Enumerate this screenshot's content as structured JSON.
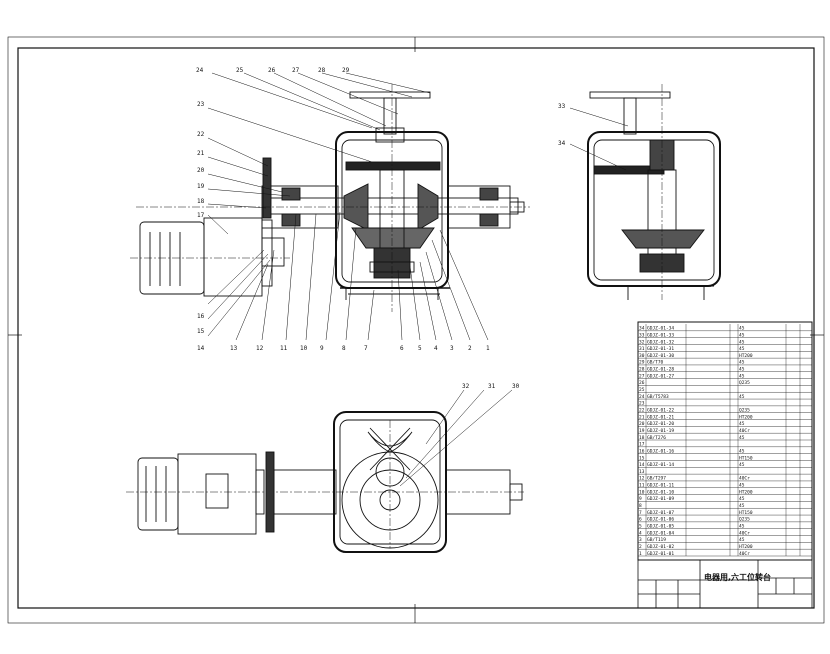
{
  "drawing": {
    "title": "电器用,六工位转台",
    "balloons_front": [
      "24",
      "25",
      "26",
      "27",
      "28",
      "29",
      "23",
      "22",
      "21",
      "20",
      "19",
      "18",
      "17",
      "16",
      "15",
      "14",
      "13",
      "12",
      "11",
      "10",
      "9",
      "8",
      "7",
      "6",
      "5",
      "4",
      "3",
      "2",
      "1"
    ],
    "balloons_side": [
      "33",
      "34"
    ],
    "balloons_plan": [
      "32",
      "31",
      "30"
    ],
    "bom_rows": [
      {
        "idx": "34",
        "code": "GDJZ-01-34",
        "mat": "45"
      },
      {
        "idx": "33",
        "code": "GDJZ-01-33",
        "mat": "45"
      },
      {
        "idx": "32",
        "code": "GDJZ-01-32",
        "mat": "45"
      },
      {
        "idx": "31",
        "code": "GDJZ-01-31",
        "mat": "45"
      },
      {
        "idx": "30",
        "code": "GDJZ-01-30",
        "mat": "HT200"
      },
      {
        "idx": "29",
        "code": "GB/T70",
        "mat": "45"
      },
      {
        "idx": "28",
        "code": "GDJZ-01-28",
        "mat": "45"
      },
      {
        "idx": "27",
        "code": "GDJZ-01-27",
        "mat": "45"
      },
      {
        "idx": "26",
        "code": "",
        "mat": "Q235"
      },
      {
        "idx": "25",
        "code": "",
        "mat": ""
      },
      {
        "idx": "24",
        "code": "GB/T5783",
        "mat": "45"
      },
      {
        "idx": "23",
        "code": "",
        "mat": ""
      },
      {
        "idx": "22",
        "code": "GDJZ-01-22",
        "mat": "Q235"
      },
      {
        "idx": "21",
        "code": "GDJZ-01-21",
        "mat": "HT200"
      },
      {
        "idx": "20",
        "code": "GDJZ-01-20",
        "mat": "45"
      },
      {
        "idx": "19",
        "code": "GDJZ-01-19",
        "mat": "40Cr"
      },
      {
        "idx": "18",
        "code": "GB/T276",
        "mat": "45"
      },
      {
        "idx": "17",
        "code": "",
        "mat": ""
      },
      {
        "idx": "16",
        "code": "GDJZ-01-16",
        "mat": "45"
      },
      {
        "idx": "15",
        "code": "",
        "mat": "HT150"
      },
      {
        "idx": "14",
        "code": "GDJZ-01-14",
        "mat": "45"
      },
      {
        "idx": "13",
        "code": "",
        "mat": ""
      },
      {
        "idx": "12",
        "code": "GB/T297",
        "mat": "40Cr"
      },
      {
        "idx": "11",
        "code": "GDJZ-01-11",
        "mat": "45"
      },
      {
        "idx": "10",
        "code": "GDJZ-01-10",
        "mat": "HT200"
      },
      {
        "idx": "9",
        "code": "GDJZ-01-09",
        "mat": "45"
      },
      {
        "idx": "8",
        "code": "",
        "mat": "45"
      },
      {
        "idx": "7",
        "code": "GDJZ-01-07",
        "mat": "HT150"
      },
      {
        "idx": "6",
        "code": "GDJZ-01-06",
        "mat": "Q235"
      },
      {
        "idx": "5",
        "code": "GDJZ-01-05",
        "mat": "45"
      },
      {
        "idx": "4",
        "code": "GDJZ-01-04",
        "mat": "40Cr"
      },
      {
        "idx": "3",
        "code": "GB/T119",
        "mat": "45"
      },
      {
        "idx": "2",
        "code": "GDJZ-01-02",
        "mat": "HT200"
      },
      {
        "idx": "1",
        "code": "GDJZ-01-01",
        "mat": "40Cr"
      }
    ]
  }
}
